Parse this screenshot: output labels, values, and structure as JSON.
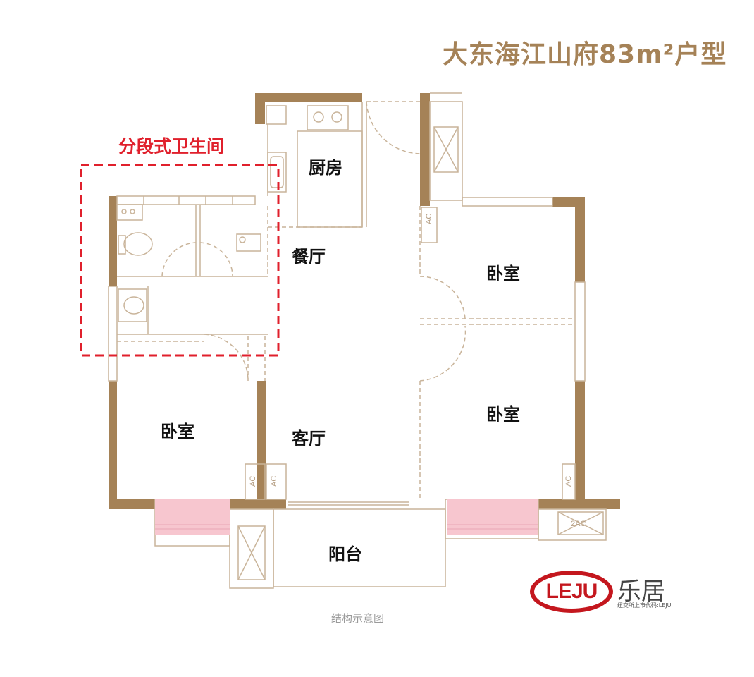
{
  "header": {
    "title": "大东海江山府83m²户型"
  },
  "highlight": {
    "label": "分段式卫生间"
  },
  "rooms": {
    "kitchen": "厨房",
    "dining": "餐厅",
    "bedroom_top_right": "卧室",
    "bedroom_mid_right": "卧室",
    "bedroom_left": "卧室",
    "living": "客厅",
    "balcony": "阳台"
  },
  "ac_units": {
    "single": "AC",
    "double": "2AC"
  },
  "footer": {
    "caption": "结构示意图"
  },
  "logo": {
    "mark": "LEJU",
    "name": "乐居",
    "sub": "纽交所上市代码:LEJU"
  },
  "colors": {
    "wall": "#a58257",
    "accent_red": "#e0202c",
    "window_pink": "#f7c6cf",
    "fixture_line": "#c9b49a"
  }
}
